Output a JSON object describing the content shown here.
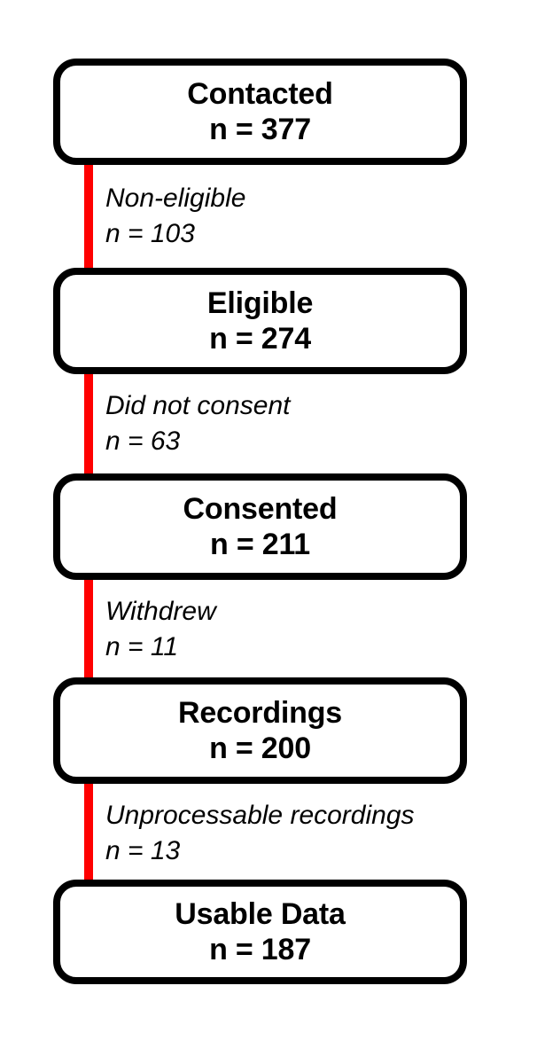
{
  "diagram": {
    "type": "participant-flow-chart",
    "orientation": "vertical",
    "colors": {
      "box_border": "#000000",
      "box_fill": "#ffffff",
      "connector": "#ff0000",
      "text": "#000000",
      "background": "#ffffff"
    },
    "nodes": [
      {
        "title": "Contacted",
        "count_label": "n = 377",
        "n": 377
      },
      {
        "title": "Eligible",
        "count_label": "n = 274",
        "n": 274
      },
      {
        "title": "Consented",
        "count_label": "n = 211",
        "n": 211
      },
      {
        "title": "Recordings",
        "count_label": "n = 200",
        "n": 200
      },
      {
        "title": "Usable Data",
        "count_label": "n = 187",
        "n": 187
      }
    ],
    "edges": [
      {
        "reason": "Non-eligible",
        "count_label": "n = 103",
        "n": 103
      },
      {
        "reason": "Did not consent",
        "count_label": "n = 63",
        "n": 63
      },
      {
        "reason": "Withdrew",
        "count_label": "n = 11",
        "n": 11
      },
      {
        "reason": "Unprocessable recordings",
        "count_label": "n = 13",
        "n": 13
      }
    ]
  }
}
